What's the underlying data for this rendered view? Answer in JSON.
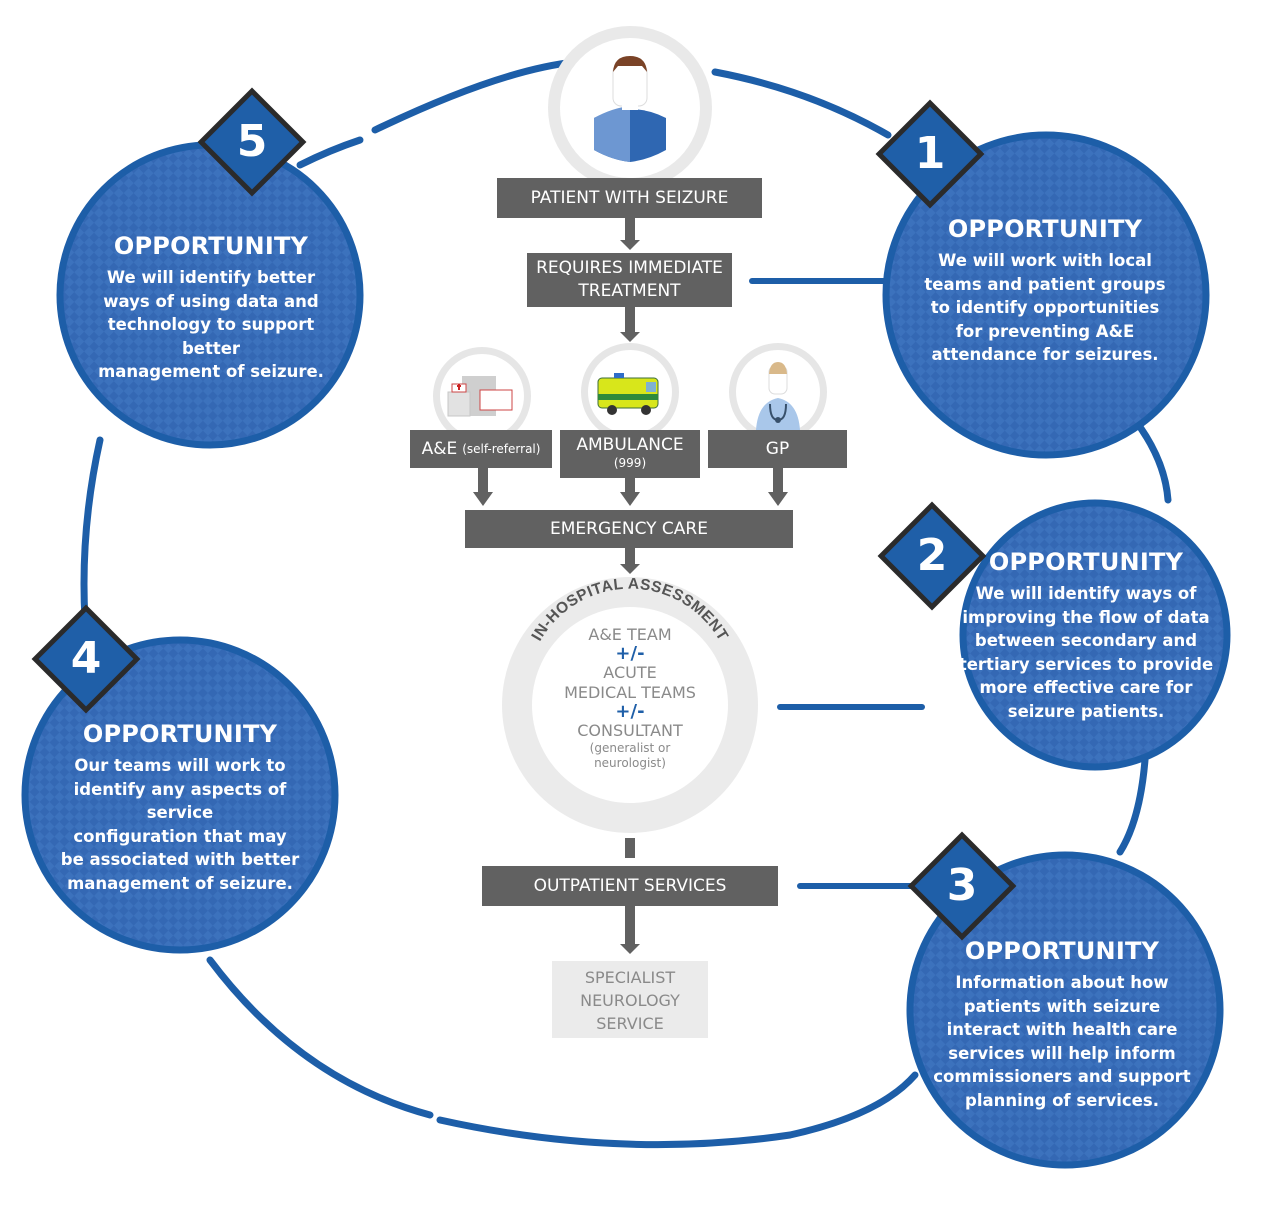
{
  "flow": {
    "patient": "PATIENT WITH SEIZURE",
    "requires": "REQUIRES IMMEDIATE TREATMENT",
    "routes": {
      "ae": {
        "label": "A&E",
        "sub": "(self-referral)"
      },
      "ambulance": {
        "label": "AMBULANCE",
        "sub": "(999)"
      },
      "gp": {
        "label": "GP"
      }
    },
    "emergency": "EMERGENCY CARE",
    "assessment": {
      "title": "IN-HOSPITAL ASSESSMENT",
      "team1": "A&E TEAM",
      "plus1": "+/-",
      "team2a": "ACUTE",
      "team2b": "MEDICAL TEAMS",
      "plus2": "+/-",
      "team3": "CONSULTANT",
      "note1": "(generalist or",
      "note2": "neurologist)"
    },
    "outpatient": "OUTPATIENT SERVICES",
    "specialist": {
      "l1": "SPECIALIST",
      "l2": "NEUROLOGY",
      "l3": "SERVICE"
    }
  },
  "opportunities": [
    {
      "number": "1",
      "heading": "OPPORTUNITY",
      "lines": [
        "We will work with local",
        "teams and patient groups",
        "to identify opportunities",
        "for preventing A&E",
        "attendance for seizures."
      ]
    },
    {
      "number": "2",
      "heading": "OPPORTUNITY",
      "lines": [
        "We will identify ways of",
        "improving the flow of data",
        "between secondary and",
        "tertiary services to provide",
        "more effective care for",
        "seizure patients."
      ]
    },
    {
      "number": "3",
      "heading": "OPPORTUNITY",
      "lines": [
        "Information about how",
        "patients with seizure",
        "interact with health care",
        "services will help inform",
        "commissioners and support",
        "planning of services."
      ]
    },
    {
      "number": "4",
      "heading": "OPPORTUNITY",
      "lines": [
        "Our teams will work to",
        "identify any aspects of service",
        "configuration that may",
        "be associated with better",
        "management of seizure."
      ]
    },
    {
      "number": "5",
      "heading": "OPPORTUNITY",
      "lines": [
        "We will identify better",
        "ways of using data and",
        "technology to support better",
        "management of seizure."
      ]
    }
  ],
  "colors": {
    "blue": "#3166b3",
    "dark_blue": "#1d5ea8",
    "box_grey": "#616161",
    "diamond": "#1f5fa8",
    "light_grey": "#e8e8e8"
  },
  "icons": {
    "patient": "person-icon",
    "hospital": "hospital-icon",
    "ambulance": "ambulance-icon",
    "gp": "doctor-icon"
  }
}
